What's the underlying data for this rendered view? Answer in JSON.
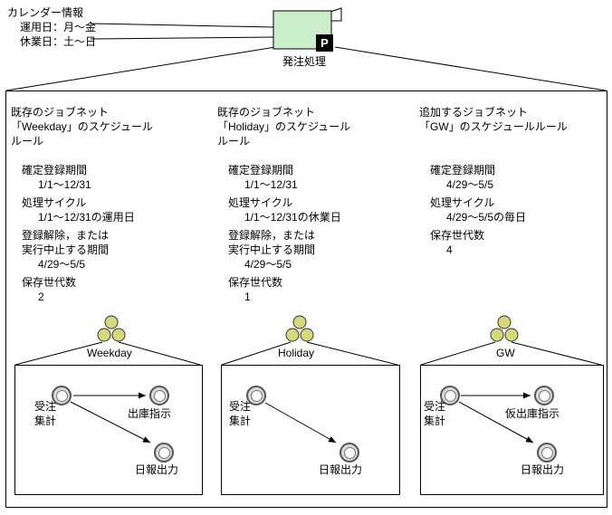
{
  "calendar": {
    "title": "カレンダー情報",
    "operation_days": "運用日：月～金",
    "closed_days": "休業日：土～日"
  },
  "root": {
    "label": "発注処理",
    "badge": "P"
  },
  "icons": {
    "root_jobnet": "green-folded-card-icon",
    "jobnet_node": "three-circles-icon",
    "job_unit": "double-circle-icon"
  },
  "colors": {
    "jobnet-green": "#c9eec9",
    "node-yellow": "#d6d97a"
  },
  "columns": [
    {
      "header": "既存のジョブネット\n「Weekday」のスケジュール\nルール",
      "fields": [
        {
          "label": "確定登録期間",
          "value": "1/1～12/31"
        },
        {
          "label": "処理サイクル",
          "value": "1/1～12/31の運用日"
        },
        {
          "label": "登録解除，または\n実行中止する期間",
          "value": "4/29～5/5"
        },
        {
          "label": "保存世代数",
          "value": "2"
        }
      ],
      "jobnet_name": "Weekday",
      "jobs": [
        {
          "label": "受注\n集計"
        },
        {
          "label": "出庫指示"
        },
        {
          "label": "日報出力"
        }
      ]
    },
    {
      "header": "既存のジョブネット\n「Holiday」のスケジュール\nルール",
      "fields": [
        {
          "label": "確定登録期間",
          "value": "1/1～12/31"
        },
        {
          "label": "処理サイクル",
          "value": "1/1～12/31の休業日"
        },
        {
          "label": "登録解除，または\n実行中止する期間",
          "value": "4/29～5/5"
        },
        {
          "label": "保存世代数",
          "value": "1"
        }
      ],
      "jobnet_name": "Holiday",
      "jobs": [
        {
          "label": "受注\n集計"
        },
        {
          "label": "日報出力"
        }
      ]
    },
    {
      "header": "追加するジョブネット\n「GW」のスケジュールルール",
      "fields": [
        {
          "label": "確定登録期間",
          "value": "4/29～5/5"
        },
        {
          "label": "処理サイクル",
          "value": "4/29～5/5の毎日"
        },
        {
          "label": "保存世代数",
          "value": "4"
        }
      ],
      "jobnet_name": "GW",
      "jobs": [
        {
          "label": "受注\n集計"
        },
        {
          "label": "仮出庫指示"
        },
        {
          "label": "日報出力"
        }
      ]
    }
  ]
}
